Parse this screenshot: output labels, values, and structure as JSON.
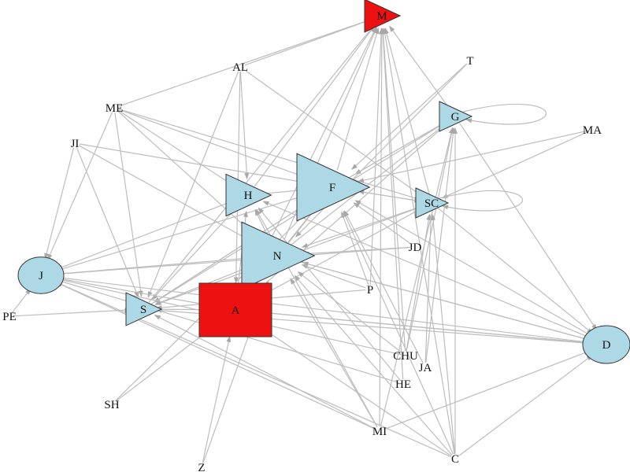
{
  "graph": {
    "nodes": [
      {
        "id": "M",
        "shape": "triangle",
        "color": "#ee1111"
      },
      {
        "id": "AL",
        "shape": "none"
      },
      {
        "id": "T",
        "shape": "none"
      },
      {
        "id": "ME",
        "shape": "none"
      },
      {
        "id": "G",
        "shape": "triangle",
        "color": "#add8e6"
      },
      {
        "id": "MA",
        "shape": "none"
      },
      {
        "id": "JI",
        "shape": "none"
      },
      {
        "id": "H",
        "shape": "triangle",
        "color": "#add8e6"
      },
      {
        "id": "F",
        "shape": "triangle",
        "color": "#add8e6"
      },
      {
        "id": "SC",
        "shape": "triangle",
        "color": "#add8e6"
      },
      {
        "id": "JD",
        "shape": "none"
      },
      {
        "id": "N",
        "shape": "triangle",
        "color": "#add8e6"
      },
      {
        "id": "J",
        "shape": "circle",
        "color": "#add8e6"
      },
      {
        "id": "P",
        "shape": "none"
      },
      {
        "id": "S",
        "shape": "triangle",
        "color": "#add8e6"
      },
      {
        "id": "A",
        "shape": "square",
        "color": "#ee1111"
      },
      {
        "id": "PE",
        "shape": "none"
      },
      {
        "id": "D",
        "shape": "circle",
        "color": "#add8e6"
      },
      {
        "id": "CHU",
        "shape": "none"
      },
      {
        "id": "JA",
        "shape": "none"
      },
      {
        "id": "HE",
        "shape": "none"
      },
      {
        "id": "SH",
        "shape": "none"
      },
      {
        "id": "MI",
        "shape": "none"
      },
      {
        "id": "C",
        "shape": "none"
      },
      {
        "id": "Z",
        "shape": "none"
      }
    ],
    "edges": [
      [
        "AL",
        "M"
      ],
      [
        "ME",
        "M"
      ],
      [
        "JI",
        "J"
      ],
      [
        "ME",
        "J"
      ],
      [
        "ME",
        "H"
      ],
      [
        "ME",
        "F"
      ],
      [
        "ME",
        "SC"
      ],
      [
        "ME",
        "N"
      ],
      [
        "ME",
        "S"
      ],
      [
        "AL",
        "H"
      ],
      [
        "AL",
        "A"
      ],
      [
        "AL",
        "SC"
      ],
      [
        "AL",
        "S"
      ],
      [
        "JI",
        "F"
      ],
      [
        "JI",
        "N"
      ],
      [
        "JI",
        "S"
      ],
      [
        "T",
        "F"
      ],
      [
        "T",
        "N"
      ],
      [
        "MA",
        "SC"
      ],
      [
        "MA",
        "F"
      ],
      [
        "G",
        "D"
      ],
      [
        "G",
        "F"
      ],
      [
        "G",
        "S"
      ],
      [
        "G",
        "M"
      ],
      [
        "G",
        "G"
      ],
      [
        "H",
        "M"
      ],
      [
        "H",
        "F"
      ],
      [
        "H",
        "S"
      ],
      [
        "H",
        "J"
      ],
      [
        "F",
        "M"
      ],
      [
        "F",
        "G"
      ],
      [
        "F",
        "S"
      ],
      [
        "F",
        "J"
      ],
      [
        "F",
        "SC"
      ],
      [
        "F",
        "A"
      ],
      [
        "SC",
        "M"
      ],
      [
        "SC",
        "F"
      ],
      [
        "SC",
        "N"
      ],
      [
        "SC",
        "S"
      ],
      [
        "SC",
        "D"
      ],
      [
        "SC",
        "SC"
      ],
      [
        "N",
        "M"
      ],
      [
        "N",
        "F"
      ],
      [
        "N",
        "G"
      ],
      [
        "N",
        "H"
      ],
      [
        "N",
        "J"
      ],
      [
        "N",
        "S"
      ],
      [
        "N",
        "D"
      ],
      [
        "JD",
        "N"
      ],
      [
        "JD",
        "J"
      ],
      [
        "JD",
        "F"
      ],
      [
        "P",
        "S"
      ],
      [
        "P",
        "N"
      ],
      [
        "P",
        "F"
      ],
      [
        "P",
        "M"
      ],
      [
        "A",
        "M"
      ],
      [
        "A",
        "F"
      ],
      [
        "A",
        "G"
      ],
      [
        "A",
        "S"
      ],
      [
        "A",
        "H"
      ],
      [
        "A",
        "J"
      ],
      [
        "A",
        "D"
      ],
      [
        "A",
        "SC"
      ],
      [
        "S",
        "M"
      ],
      [
        "S",
        "F"
      ],
      [
        "PE",
        "J"
      ],
      [
        "PE",
        "S"
      ],
      [
        "D",
        "J"
      ],
      [
        "D",
        "N"
      ],
      [
        "D",
        "A"
      ],
      [
        "D",
        "S"
      ],
      [
        "D",
        "F"
      ],
      [
        "D",
        "H"
      ],
      [
        "CHU",
        "M"
      ],
      [
        "CHU",
        "G"
      ],
      [
        "CHU",
        "N"
      ],
      [
        "CHU",
        "J"
      ],
      [
        "CHU",
        "SC"
      ],
      [
        "JA",
        "G"
      ],
      [
        "JA",
        "SC"
      ],
      [
        "JA",
        "F"
      ],
      [
        "HE",
        "M"
      ],
      [
        "HE",
        "H"
      ],
      [
        "HE",
        "J"
      ],
      [
        "SH",
        "A"
      ],
      [
        "SH",
        "F"
      ],
      [
        "MI",
        "M"
      ],
      [
        "MI",
        "G"
      ],
      [
        "MI",
        "J"
      ],
      [
        "MI",
        "S"
      ],
      [
        "MI",
        "N"
      ],
      [
        "MI",
        "D"
      ],
      [
        "MI",
        "H"
      ],
      [
        "C",
        "M"
      ],
      [
        "C",
        "G"
      ],
      [
        "C",
        "J"
      ],
      [
        "C",
        "D"
      ],
      [
        "C",
        "F"
      ],
      [
        "C",
        "N"
      ],
      [
        "C",
        "A"
      ],
      [
        "C",
        "SC"
      ],
      [
        "Z",
        "A"
      ],
      [
        "Z",
        "N"
      ]
    ],
    "edge_color": "#bdbdbd"
  }
}
